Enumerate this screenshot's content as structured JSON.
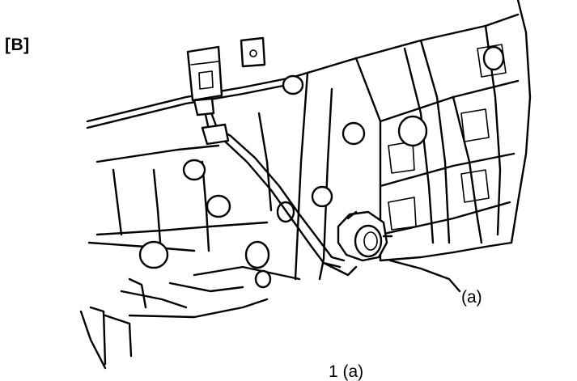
{
  "figure": {
    "panel_label": "[B]",
    "callout_label": "(a)",
    "caption_fragment": "1 (a)"
  },
  "colors": {
    "line": "#000000",
    "background": "#ffffff"
  }
}
